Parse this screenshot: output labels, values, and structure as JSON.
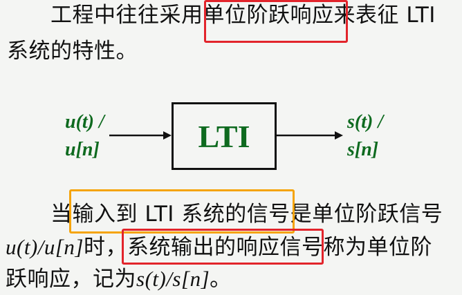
{
  "paragraph1": {
    "line1_indent": "　　",
    "line1_a": "工程中往往采用",
    "line1_highlight": "单位阶跃响应",
    "line1_b": "来表征 LTI",
    "line2": "系统的特性。"
  },
  "diagram": {
    "input_line1": "u(t) /",
    "input_line2": "u[n]",
    "block_label": "LTI",
    "output_line1": "s(t) /",
    "output_line2": "s[n]"
  },
  "paragraph2": {
    "line1_indent": "　　",
    "line1_highlight": "当输入到 LTI 系统的信号",
    "line1_b": "是单位阶跃信号",
    "line2_math": "u(t)/u[n]",
    "line2_a": "时，",
    "line2_highlight": "系统输出的响应信号",
    "line2_b": "称为单位阶",
    "line3_a": "跃响应，记为",
    "line3_math": "s(t)/s[n]",
    "line3_b": "。"
  },
  "colors": {
    "background": "#f4f5f3",
    "text": "#111111",
    "green_label": "#0e6a1f",
    "red_highlight": "#e2242b",
    "orange_highlight": "#f5a40a"
  }
}
